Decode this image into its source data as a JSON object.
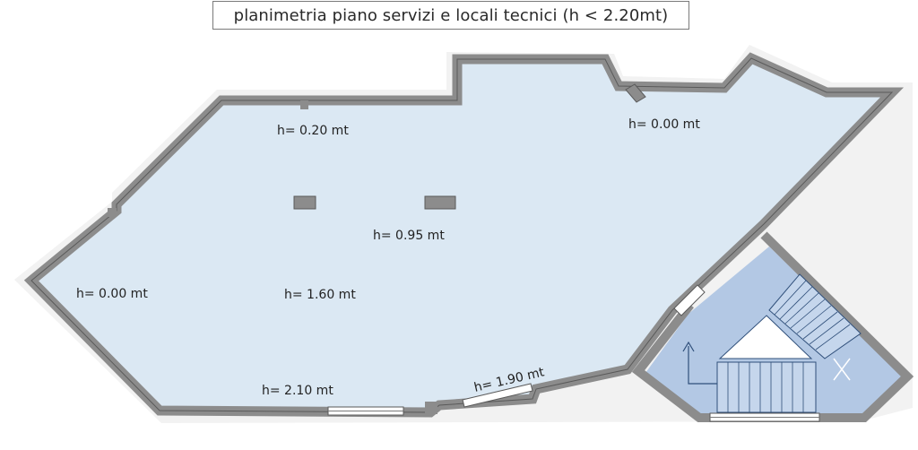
{
  "title": "planimetria piano servizi e locali tecnici (h < 2.20mt)",
  "labels": [
    {
      "id": "a",
      "text": "h= 0.20 mt"
    },
    {
      "id": "b",
      "text": "h= 0.00 mt"
    },
    {
      "id": "c",
      "text": "h= 0.95 mt"
    },
    {
      "id": "d",
      "text": "h= 0.00 mt"
    },
    {
      "id": "e",
      "text": "h= 1.60 mt"
    },
    {
      "id": "f",
      "text": "h= 2.10 mt"
    },
    {
      "id": "g",
      "text": "h= 1.90 mt"
    }
  ],
  "colors": {
    "floor": "#dbe8f3",
    "wall": "#8c8c8c",
    "wall_edge": "#5a5a5a",
    "stair_fill": "#b3c8e4",
    "stair_line": "#2f4f7a"
  }
}
